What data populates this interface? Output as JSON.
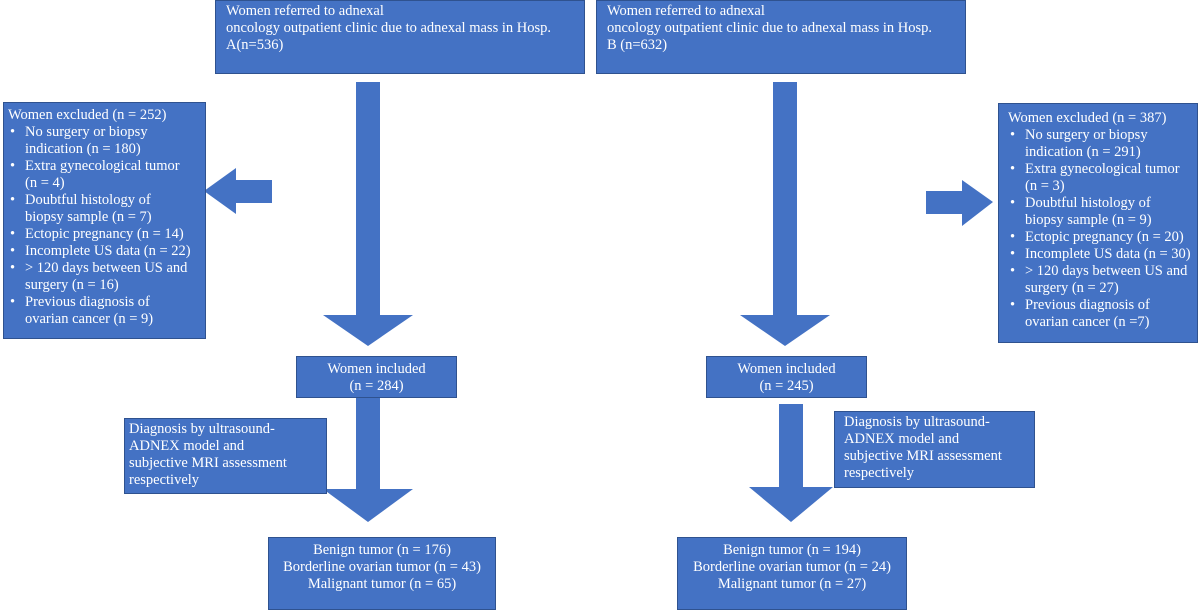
{
  "colors": {
    "box_fill": "#4472c4",
    "box_border": "#2f528f",
    "arrow_fill": "#4472c4",
    "text": "#ffffff"
  },
  "hospital_a": {
    "referred": {
      "lines": [
        "Women referred to adnexal",
        "oncology outpatient clinic due to adnexal mass in Hosp.",
        "A(n=536)"
      ]
    },
    "excluded": {
      "title": "Women excluded (n = 252)",
      "items": [
        {
          "lines": [
            "No surgery or biopsy",
            "indication (n = 180)"
          ]
        },
        {
          "lines": [
            "Extra gynecological tumor",
            "(n = 4)"
          ]
        },
        {
          "lines": [
            "Doubtful histology of",
            "biopsy sample (n = 7)"
          ]
        },
        {
          "lines": [
            "Ectopic pregnancy (n = 14)"
          ]
        },
        {
          "lines": [
            "Incomplete US data (n = 22)"
          ]
        },
        {
          "lines": [
            "> 120 days between US and",
            "surgery (n = 16)"
          ]
        },
        {
          "lines": [
            "Previous diagnosis of",
            "ovarian cancer (n = 9)"
          ]
        }
      ]
    },
    "included": {
      "lines": [
        "Women included",
        "(n = 284)"
      ]
    },
    "diagnosis": {
      "lines": [
        "Diagnosis by ultrasound-",
        "ADNEX model and",
        "subjective MRI assessment",
        "respectively"
      ]
    },
    "results": {
      "lines": [
        "Benign tumor (n = 176)",
        "Borderline ovarian tumor (n = 43)",
        "Malignant tumor (n = 65)"
      ]
    }
  },
  "hospital_b": {
    "referred": {
      "lines": [
        "Women referred to adnexal",
        "oncology outpatient clinic due to adnexal mass in Hosp.",
        "B (n=632)"
      ]
    },
    "excluded": {
      "title": "Women excluded (n = 387)",
      "items": [
        {
          "lines": [
            "No surgery or biopsy",
            "indication (n = 291)"
          ]
        },
        {
          "lines": [
            "Extra gynecological tumor",
            "(n = 3)"
          ]
        },
        {
          "lines": [
            "Doubtful histology of",
            "biopsy sample (n = 9)"
          ]
        },
        {
          "lines": [
            "Ectopic pregnancy (n = 20)"
          ]
        },
        {
          "lines": [
            "Incomplete US data (n = 30)"
          ]
        },
        {
          "lines": [
            "> 120 days between US and",
            "surgery (n = 27)"
          ]
        },
        {
          "lines": [
            "Previous diagnosis of",
            "ovarian cancer (n =7)"
          ]
        }
      ]
    },
    "included": {
      "lines": [
        "Women included",
        "(n = 245)"
      ]
    },
    "diagnosis": {
      "lines": [
        "Diagnosis by ultrasound-",
        "ADNEX model and",
        "subjective MRI assessment",
        "respectively"
      ]
    },
    "results": {
      "lines": [
        "Benign tumor (n = 194)",
        "Borderline ovarian tumor (n = 24)",
        "Malignant tumor (n = 27)"
      ]
    }
  }
}
